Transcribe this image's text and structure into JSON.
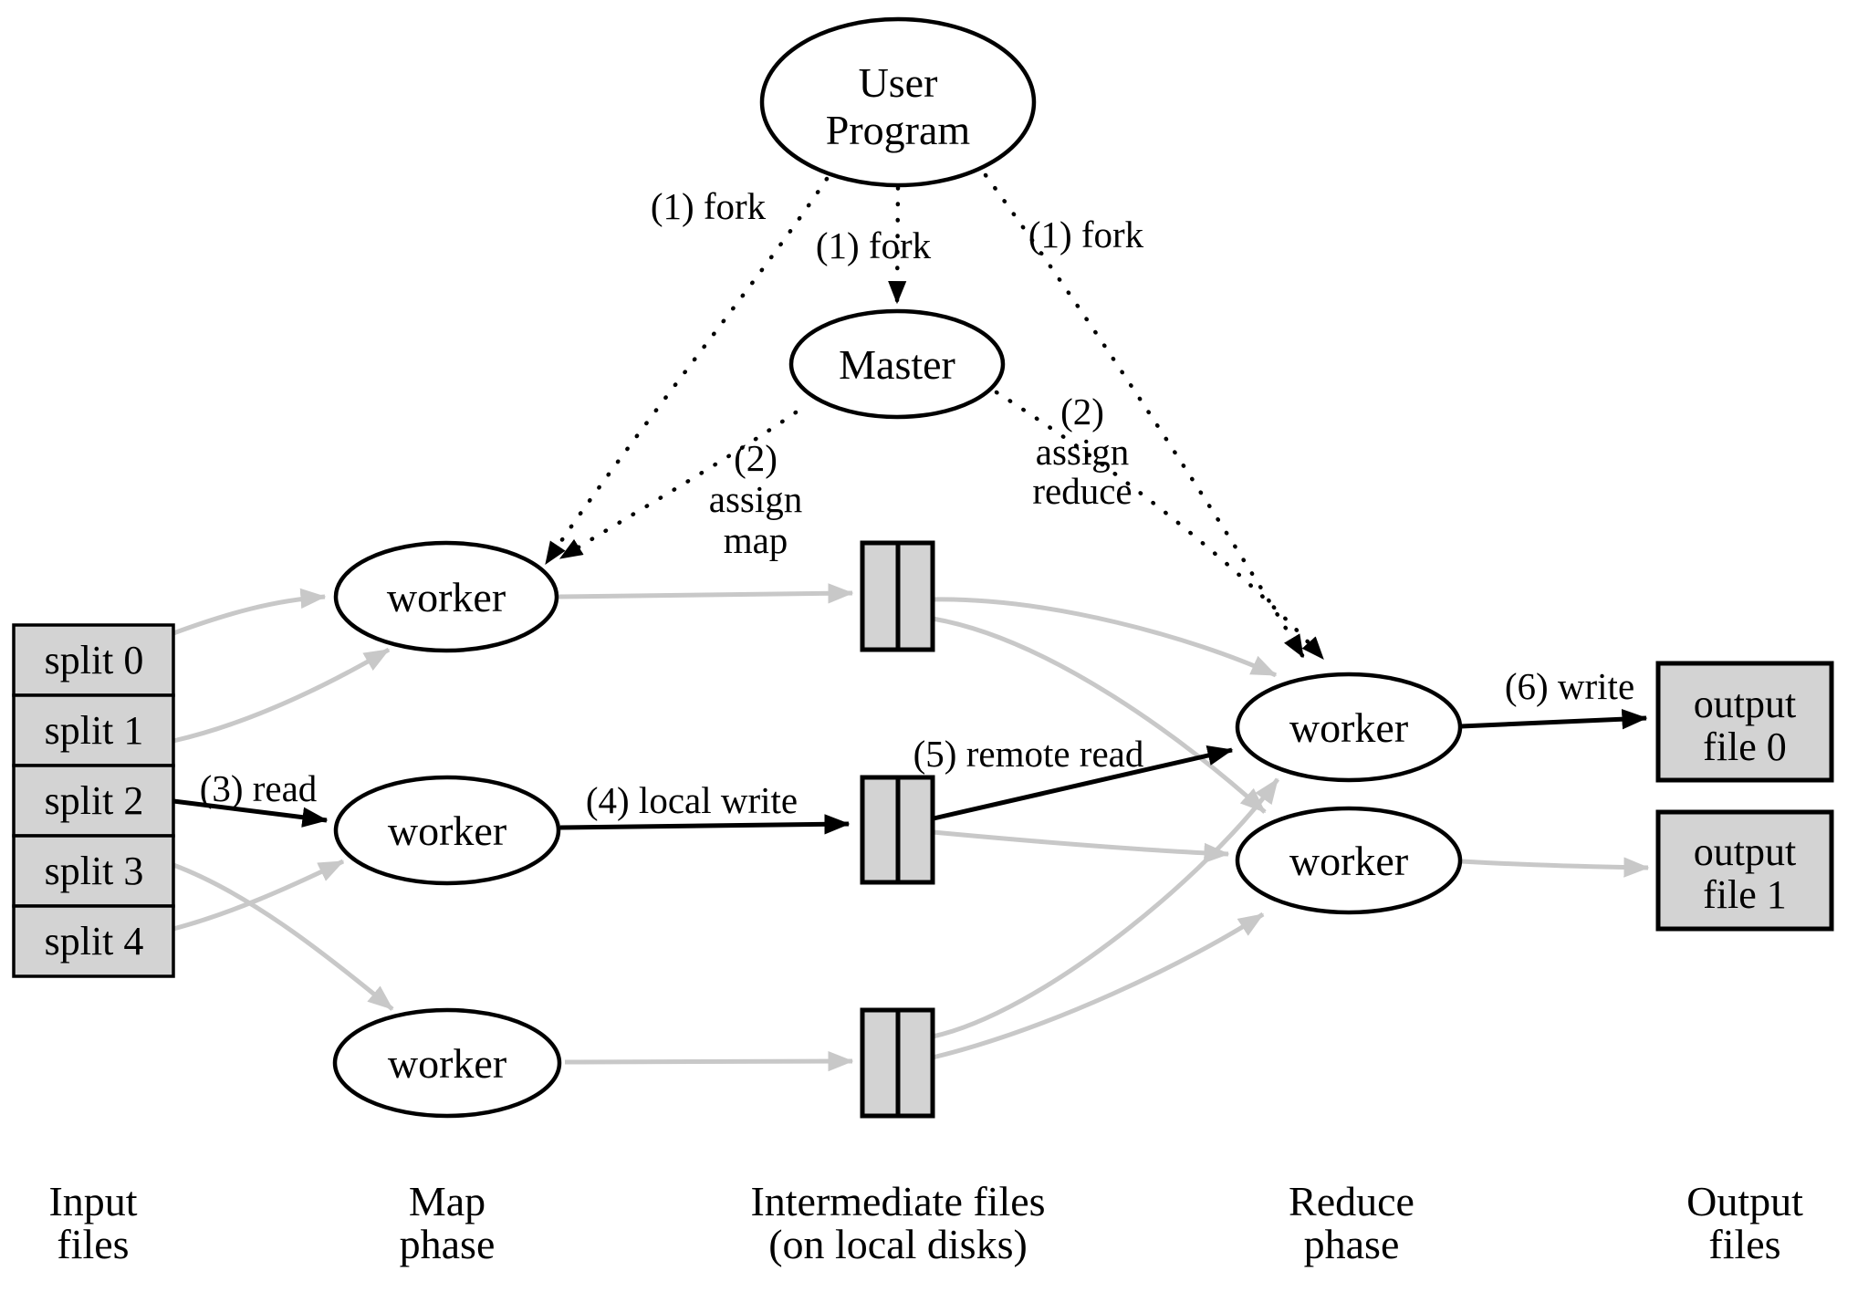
{
  "diagram": {
    "nodes": {
      "user_program": {
        "line1": "User",
        "line2": "Program"
      },
      "master": {
        "label": "Master"
      },
      "map_workers": [
        "worker",
        "worker",
        "worker"
      ],
      "reduce_workers": [
        "worker",
        "worker"
      ],
      "splits": [
        "split 0",
        "split 1",
        "split 2",
        "split 3",
        "split 4"
      ],
      "output_files": [
        {
          "line1": "output",
          "line2": "file 0"
        },
        {
          "line1": "output",
          "line2": "file 1"
        }
      ]
    },
    "edge_labels": {
      "fork_left": "(1) fork",
      "fork_center": "(1) fork",
      "fork_right": "(1) fork",
      "assign_map": [
        "(2)",
        "assign",
        "map"
      ],
      "assign_reduce": [
        "(2)",
        "assign",
        "reduce"
      ],
      "read": "(3) read",
      "local_write": "(4) local write",
      "remote_read": "(5) remote read",
      "write": "(6) write"
    },
    "column_labels": [
      {
        "line1": "Input",
        "line2": "files"
      },
      {
        "line1": "Map",
        "line2": "phase"
      },
      {
        "line1": "Intermediate files",
        "line2": "(on local disks)"
      },
      {
        "line1": "Reduce",
        "line2": "phase"
      },
      {
        "line1": "Output",
        "line2": "files"
      }
    ],
    "colors": {
      "background": "#ffffff",
      "node_fill": "#ffffff",
      "file_fill": "#d3d3d3",
      "stroke": "#000000",
      "gray_edge": "#c8c8c8"
    }
  }
}
